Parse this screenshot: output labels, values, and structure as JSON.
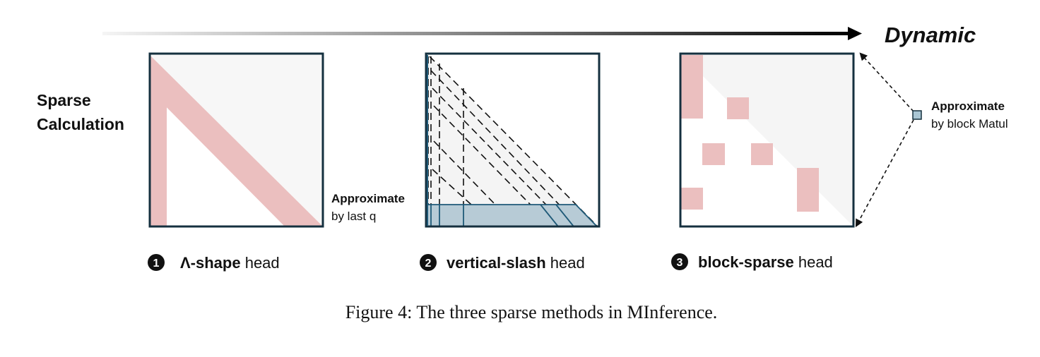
{
  "header": {
    "dynamic_label": "Dynamic"
  },
  "left_label": {
    "line1": "Sparse",
    "line2": "Calculation"
  },
  "heads": [
    {
      "number": "1",
      "name": "Λ-shape",
      "suffix": " head"
    },
    {
      "number": "2",
      "name": "vertical-slash",
      "suffix": " head"
    },
    {
      "number": "3",
      "name": "block-sparse",
      "suffix": " head"
    }
  ],
  "vertical_slash_note": {
    "title": "Approximate",
    "subtitle": "by last q"
  },
  "block_sparse_note": {
    "title": "Approximate",
    "subtitle": "by block Matul"
  },
  "caption": "Figure 4: The three sparse methods in MInference.",
  "colors": {
    "pink": "#ebbfbf",
    "panel_bg": "#f7f7f7",
    "frame": "#15303f",
    "teal": "#1f5a78",
    "teal_fill": "#b7cbd6",
    "small_box": "#a9c6d4"
  }
}
